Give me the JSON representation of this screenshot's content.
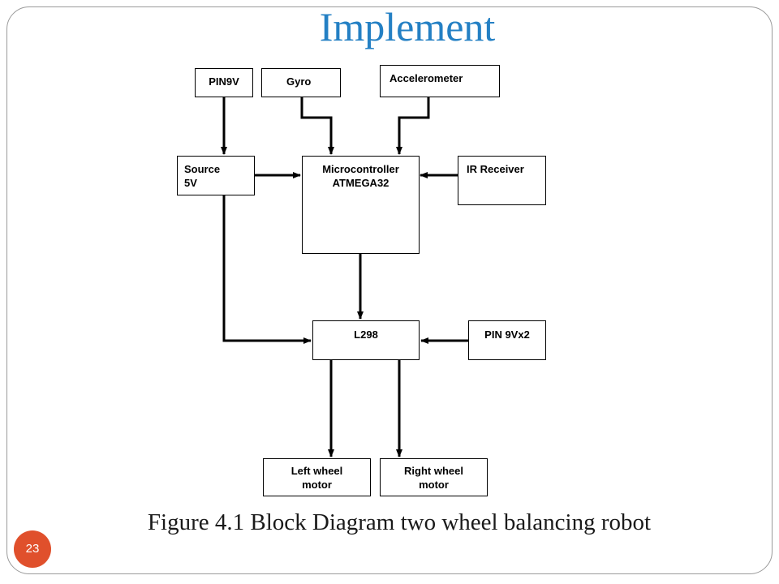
{
  "slide": {
    "title": "Implement",
    "caption": "Figure 4.1 Block Diagram two wheel balancing robot",
    "page_number": "23"
  },
  "colors": {
    "title": "#2480c4",
    "page_badge": "#e0502c",
    "frame": "#9a9a9a",
    "lines": "#000000"
  },
  "diagram": {
    "blocks": {
      "pin9v": {
        "line1": "PIN9V"
      },
      "gyro": {
        "line1": "Gyro"
      },
      "accelerometer": {
        "line1": "Accelerometer"
      },
      "source": {
        "line1": "Source",
        "line2": "5V"
      },
      "microcontroller": {
        "line1": "Microcontroller",
        "line2": "ATMEGA32"
      },
      "ir_receiver": {
        "line1": "IR Receiver"
      },
      "l298": {
        "line1": "L298"
      },
      "pin9vx2": {
        "line1": "PIN 9Vx2"
      },
      "left_motor": {
        "line1": "Left wheel",
        "line2": "motor"
      },
      "right_motor": {
        "line1": "Right wheel",
        "line2": "motor"
      }
    },
    "connections": [
      {
        "from": "pin9v",
        "to": "source"
      },
      {
        "from": "gyro",
        "to": "microcontroller"
      },
      {
        "from": "accelerometer",
        "to": "microcontroller"
      },
      {
        "from": "source",
        "to": "microcontroller"
      },
      {
        "from": "ir_receiver",
        "to": "microcontroller"
      },
      {
        "from": "microcontroller",
        "to": "l298"
      },
      {
        "from": "source",
        "to": "l298"
      },
      {
        "from": "pin9vx2",
        "to": "l298"
      },
      {
        "from": "l298",
        "to": "left_motor"
      },
      {
        "from": "l298",
        "to": "right_motor"
      }
    ]
  }
}
